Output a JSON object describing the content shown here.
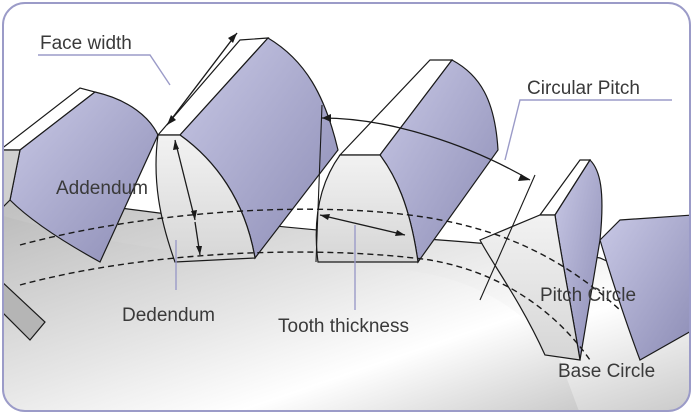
{
  "labels": {
    "face_width": "Face width",
    "circular_pitch": "Circular Pitch",
    "addendum": "Addendum",
    "dedendum": "Dedendum",
    "tooth_thickness": "Tooth thickness",
    "pitch_circle": "Pitch Circle",
    "base_circle": "Base Circle"
  },
  "colors": {
    "frame": "#9b9bc8",
    "tooth_face": "#b8b8d8",
    "tooth_face_dark": "#8e8eb8",
    "tooth_top": "#ffffff",
    "gear_body_light": "#ffffff",
    "gear_body_dark": "#a8a8a8",
    "line": "#1a1a1a",
    "label_text": "#3a3a3a"
  }
}
